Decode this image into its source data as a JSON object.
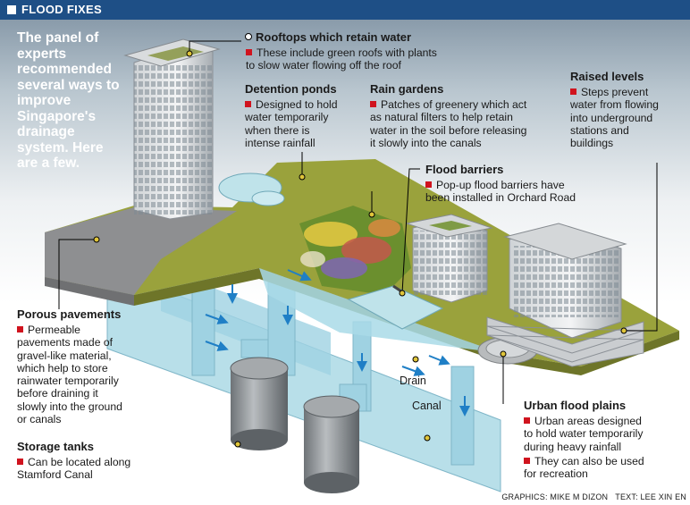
{
  "header": {
    "title": "FLOOD FIXES"
  },
  "intro": "The panel of experts recommended several ways to improve Singapore's drainage system. Here are a few.",
  "callouts": {
    "rooftops": {
      "title": "Rooftops which retain water",
      "lines": [
        "These include green roofs with plants",
        "to slow water flowing off the roof"
      ]
    },
    "detention": {
      "title": "Detention ponds",
      "lines": [
        "Designed to hold",
        "water temporarily",
        "when there is",
        "intense rainfall"
      ]
    },
    "rain_gardens": {
      "title": "Rain gardens",
      "lines": [
        "Patches of greenery which act",
        "as natural filters to help retain",
        "water in the soil before releasing",
        "it slowly into the canals"
      ]
    },
    "raised_levels": {
      "title": "Raised levels",
      "lines": [
        "Steps prevent",
        "water from flowing",
        "into underground",
        "stations and",
        "buildings"
      ]
    },
    "flood_barriers": {
      "title": "Flood barriers",
      "lines": [
        "Pop-up flood barriers have",
        "been installed in Orchard Road"
      ]
    },
    "porous": {
      "title": "Porous pavements",
      "lines": [
        "Permeable",
        "pavements made of",
        "gravel-like material,",
        "which help to store",
        "rainwater temporarily",
        "before draining it",
        "slowly into the ground",
        "or canals"
      ]
    },
    "storage": {
      "title": "Storage tanks",
      "lines": [
        "Can be located along",
        "Stamford Canal"
      ]
    },
    "urban": {
      "title": "Urban flood plains",
      "lines1": [
        "Urban areas designed",
        "to hold water temporarily",
        "during heavy rainfall"
      ],
      "lines2": [
        "They can also be used",
        "for recreation"
      ]
    }
  },
  "labels": {
    "drain": "Drain",
    "canal": "Canal"
  },
  "credits": {
    "graphics": "GRAPHICS: MIKE M DIZON",
    "text": "TEXT: LEE XIN EN"
  },
  "colors": {
    "header_bg": "#1e4f86",
    "bullet": "#d0131e",
    "ground": "#9aa23c",
    "water": "#a9dbe8",
    "arrow": "#1f7fc6"
  }
}
